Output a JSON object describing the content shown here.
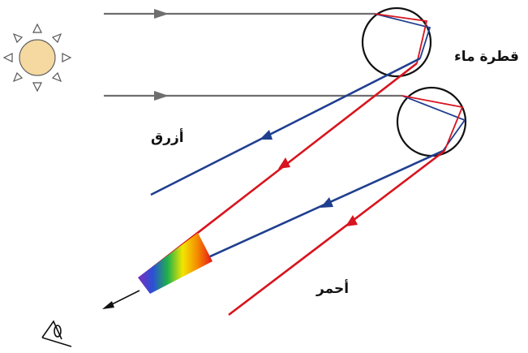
{
  "labels": {
    "water_drop": "قطرة ماء",
    "blue": "أزرق",
    "red": "أحمر"
  },
  "colors": {
    "incident_ray": "#707070",
    "blue_ray": "#1f3f8f",
    "red_ray": "#d8141e",
    "drop_outline": "#111111",
    "sun_fill": "#f6d9a0",
    "sun_outline": "#555555"
  },
  "icons": {
    "sun": "sun-icon",
    "eye": "eye-icon",
    "spectrum": "rainbow-spectrum-band"
  }
}
